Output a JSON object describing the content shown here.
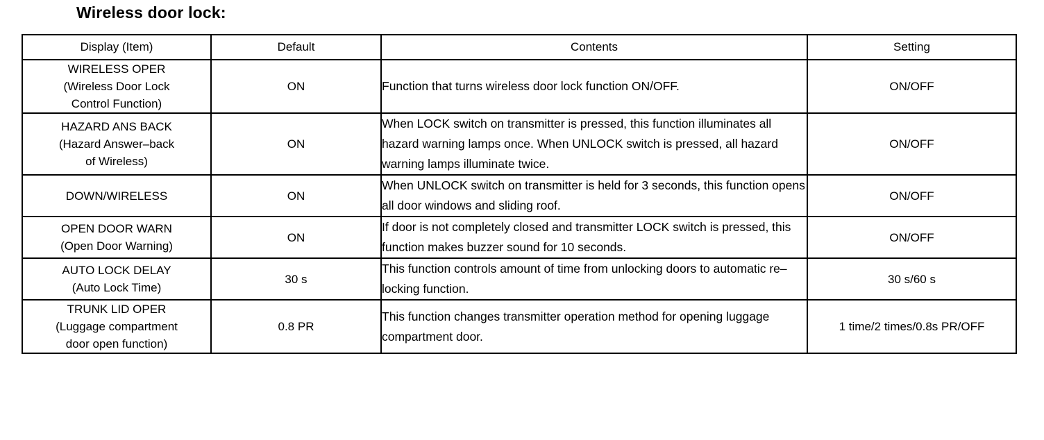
{
  "section": {
    "title": "Wireless door lock:"
  },
  "table": {
    "headers": [
      "Display (Item)",
      "Default",
      "Contents",
      "Setting"
    ],
    "rows": [
      {
        "item_lines": [
          "WIRELESS OPER",
          "(Wireless Door Lock",
          "Control Function)"
        ],
        "default": "ON",
        "contents": "Function that turns wireless door lock function ON/OFF.",
        "setting": "ON/OFF"
      },
      {
        "item_lines": [
          "HAZARD ANS BACK",
          "(Hazard Answer–back",
          "of Wireless)"
        ],
        "default": "ON",
        "contents": "When LOCK switch on transmitter is pressed, this function illuminates all hazard warning lamps once. When UNLOCK switch is pressed, all hazard warning lamps illuminate twice.",
        "setting": "ON/OFF"
      },
      {
        "item_lines": [
          "DOWN/WIRELESS"
        ],
        "default": "ON",
        "contents": "When UNLOCK switch on transmitter is held for 3 seconds, this function opens all door windows and sliding roof.",
        "setting": "ON/OFF"
      },
      {
        "item_lines": [
          "OPEN DOOR WARN",
          "(Open Door Warning)"
        ],
        "default": "ON",
        "contents": "If door is not completely closed and transmitter LOCK switch is pressed, this function makes buzzer sound for 10 seconds.",
        "setting": "ON/OFF"
      },
      {
        "item_lines": [
          "AUTO LOCK DELAY",
          "(Auto Lock Time)"
        ],
        "default": "30 s",
        "contents": "This function controls amount of time from unlocking doors to automatic re–locking function.",
        "setting": "30 s/60 s"
      },
      {
        "item_lines": [
          "TRUNK LID OPER",
          "(Luggage compartment",
          "door open function)"
        ],
        "default": "0.8 PR",
        "contents": "This function changes transmitter operation method for opening luggage compartment door.",
        "setting": "1 time/2 times/0.8s PR/OFF"
      }
    ]
  }
}
